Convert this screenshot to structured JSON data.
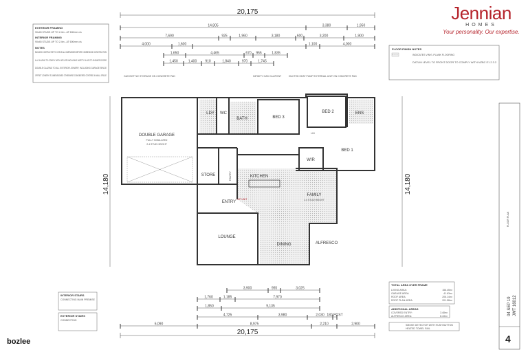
{
  "brand": {
    "name": "Jennian",
    "sub": "HOMES",
    "tagline": "Your personality. Our expertise."
  },
  "watermark": "bozlee",
  "colors": {
    "brand_red": "#b5232b",
    "wall": "#333333",
    "hatch": "#bdbdbd"
  },
  "notes_box": {
    "heading1": "EXTERIOR FRAMING",
    "line1": "90x45 STUDS UP TO 2.4m - AT 600mm c/s",
    "heading2": "INTERIOR FRAMING",
    "line2": "90x45 STUDS UP TO 2.4m - AT 600mm c/s",
    "heading3": "NOTES",
    "line3": "BUILDING CONTRACTOR TO CHECK ALL DIMENSIONS BEFORE COMMENCING CONSTRUCTION",
    "line4": "ALL GLAZING TO COMPLY WITH NZS 4223 INCLUDING SAFETY GLASS TO SHOWER DOORS",
    "line5": "DOUBLE GLAZING TO ALL EXTERIOR JOINERY, INCLUDING GARAGE SPACE",
    "line6": "OFFSET JOINERY IS DIMENSIONED OTHERWISE CONSIDERED CENTRED IN WALL SPACE"
  },
  "floor_finish": {
    "heading": "FLOOR FINISH NOTES",
    "line1": "INDICATES VINYL PLANK FLOORING",
    "line2": "DATUM LEVEL TO FRONT DOOR TO COMPLY WITH NZBC E1 2.3.2"
  },
  "gas_note": "GAS BOTTLE STORAGE ON CONCRETE PAD",
  "infinity_note": "INFINITY GAS CALIFONT",
  "heatpump_note": "DUCTED HEAT PUMP EXTERNAL UNIT ON CONCRETE PAD",
  "rooms": {
    "garage": "DOUBLE GARAGE",
    "garage_sub1": "FULLY INSULATED",
    "garage_sub2": "2.4 STUD HEIGHT",
    "ldy": "LDY",
    "wc": "WC",
    "bath": "BATH",
    "bed3": "BED 3",
    "bed2": "BED 2",
    "ens": "ENS",
    "bed1": "BED 1",
    "wr": "W/R",
    "lin": "LIN",
    "store": "STORE",
    "kitchen": "KITCHEN",
    "pantry": "PANTRY",
    "entry": "ENTRY",
    "lounge": "LOUNGE",
    "dining": "DINING",
    "family": "FAMILY",
    "family_sub": "2.4 STUD HEIGHT",
    "alfresco": "ALFRESCO",
    "hp_unit": "H/P UNIT"
  },
  "dimensions": {
    "overall_width": "20,175",
    "overall_depth": "14,180",
    "top_rows": [
      [
        "14,805",
        "3,380",
        "1,950"
      ],
      [
        "7,690",
        "925",
        "1,960",
        "3,180",
        "600",
        "3,200",
        "1,900"
      ],
      [
        "4,000",
        "1,600",
        "1,100",
        "4,000"
      ],
      [
        "1,650",
        "4,465",
        "670",
        "955",
        "1,835"
      ],
      [
        "1,450",
        "1,400",
        "910",
        "1,840",
        "970",
        "1,745"
      ]
    ],
    "bottom_rows": [
      [
        "3,900",
        "955",
        "3,025"
      ],
      [
        "1,760",
        "1,185",
        "7,970"
      ],
      [
        "1,850",
        "9,135"
      ],
      [
        "4,725",
        "3,980",
        "2,030",
        "180 POST"
      ],
      [
        "6,090",
        "8,975",
        "2,210",
        "2,900"
      ]
    ]
  },
  "stairs": {
    "interior_heading": "INTERIOR STAIRS",
    "interior_text": "CONNECTING MAIN PREMISE",
    "exterior_heading": "EXTERIOR STAIRS",
    "exterior_text": "CONNECTING"
  },
  "areas": {
    "heading": "TOTAL AREA OVER FRAME",
    "rows": [
      [
        "LIVING AREA:",
        "156.45m²"
      ],
      [
        "GARAGE AREA:",
        "41.63m²"
      ],
      [
        "ROOF AREA:",
        "206.14m²"
      ],
      [
        "ROOF PLAN AREA:",
        "201.58m²"
      ]
    ],
    "add_heading": "ADDITIONAL AREAS",
    "add_rows": [
      [
        "COVERED ENTRY:",
        "3.48m²"
      ],
      [
        "ALFRESCO AREA:",
        "8.43m²"
      ]
    ],
    "legend1": "SMOKE DETECTOR WITH HUSH BUTTON",
    "legend2": "HEATED TOWEL RAIL"
  },
  "title_block": {
    "plan": "FLOOR PLAN",
    "date": "04 SEP 19",
    "job": "JWT 16012",
    "sheet": "4"
  }
}
